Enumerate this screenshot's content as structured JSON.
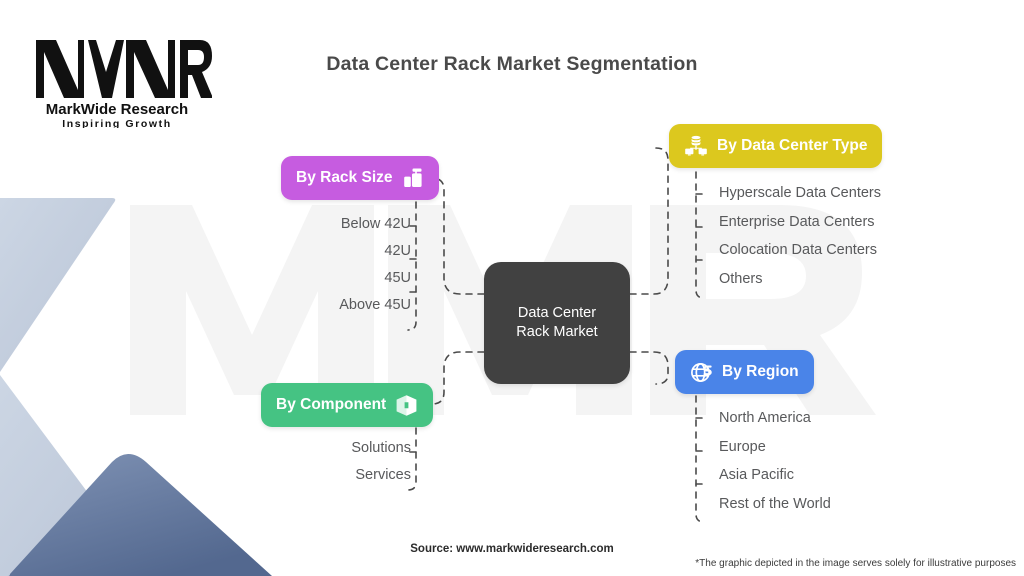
{
  "brand": {
    "logo_mark": "MWR",
    "logo_name": "MarkWide Research",
    "logo_tagline": "Inspiring Growth",
    "watermark_text": "MWR"
  },
  "header": {
    "title": "Data Center Rack Market Segmentation"
  },
  "hub": {
    "line1": "Data Center",
    "line2": "Rack Market"
  },
  "branches": [
    {
      "id": "rack-size",
      "label": "By Rack Size",
      "color": "#c65ce0",
      "icon": "server-rack-icon",
      "items": [
        "Below 42U",
        "42U",
        "45U",
        "Above 45U"
      ]
    },
    {
      "id": "data-center-type",
      "label": "By Data Center Type",
      "color": "#dcc81e",
      "icon": "network-server-icon",
      "items": [
        "Hyperscale Data Centers",
        "Enterprise Data Centers",
        "Colocation Data Centers",
        "Others"
      ]
    },
    {
      "id": "component",
      "label": "By Component",
      "color": "#45c383",
      "icon": "box-cube-icon",
      "items": [
        "Solutions",
        "Services"
      ]
    },
    {
      "id": "region",
      "label": "By Region",
      "color": "#4a84e8",
      "icon": "globe-icon",
      "items": [
        "North America",
        "Europe",
        "Asia Pacific",
        "Rest of the World"
      ]
    }
  ],
  "footer": {
    "source": "Source: www.markwideresearch.com",
    "disclaimer": "*The graphic depicted in the image serves solely for illustrative purposes"
  },
  "colors": {
    "hub_bg": "#414141",
    "title": "#4a4a4a",
    "leaf_text": "#58595b",
    "connector": "#4a4a4a",
    "decor_light": "#c3cddd",
    "decor_dark": "#6a81a8"
  }
}
